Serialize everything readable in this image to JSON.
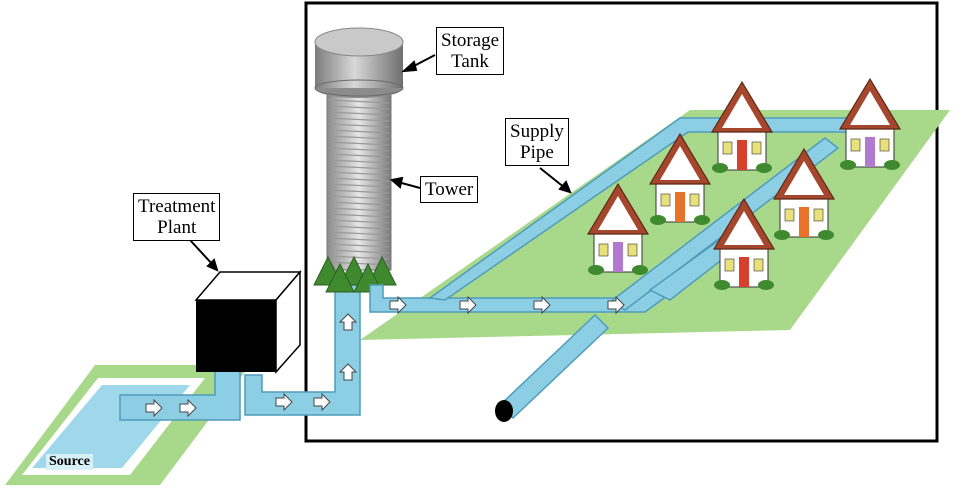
{
  "labels": {
    "storage_tank": {
      "line1": "Storage",
      "line2": "Tank"
    },
    "tower": "Tower",
    "supply_pipe": {
      "line1": "Supply",
      "line2": "Pipe"
    },
    "treatment_plant": {
      "line1": "Treatment",
      "line2": "Plant"
    },
    "source": "Source"
  },
  "colors": {
    "ground": "#a8d88a",
    "water": "#9fd8ea",
    "pipe": "#8ccfe4",
    "pipe_dark": "#5aa9c7",
    "tank": "#a7a7a7",
    "plant": "#000000",
    "roof": "#a5472c",
    "house": "#ffffff",
    "frame": "#000000"
  },
  "icons": [
    "arrow-icon",
    "house-icon",
    "tree-icon"
  ]
}
